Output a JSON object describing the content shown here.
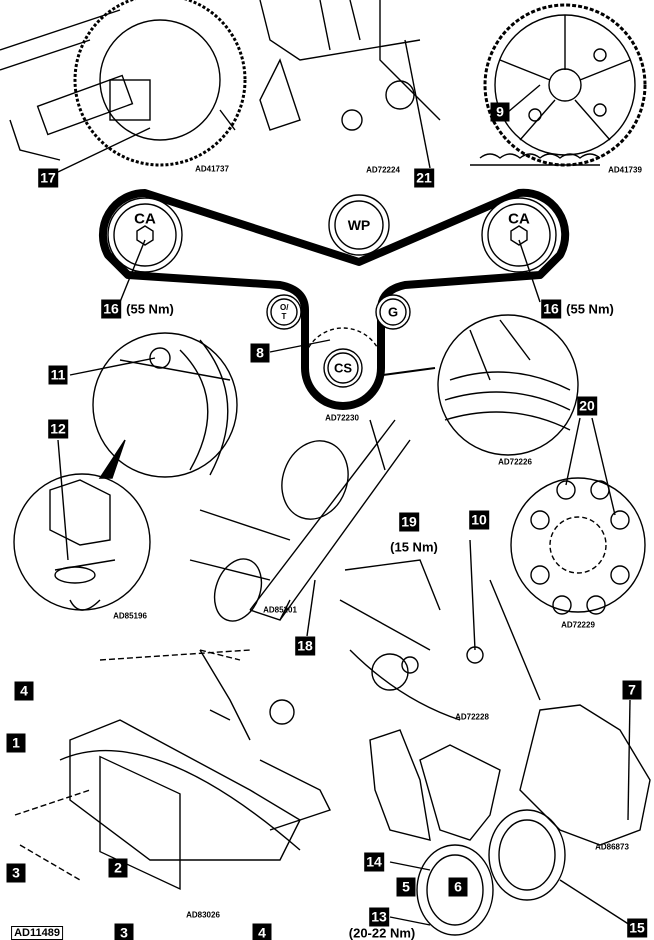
{
  "belt_diagram": {
    "pulleys": {
      "cam_left": "CA",
      "cam_right": "CA",
      "water_pump": "WP",
      "idler": "O/T",
      "guide": "G",
      "crankshaft": "CS"
    }
  },
  "callouts": {
    "c1": "1",
    "c2": "2",
    "c3a": "3",
    "c3b": "3",
    "c4a": "4",
    "c4b": "4",
    "c5": "5",
    "c6": "6",
    "c7": "7",
    "c8": "8",
    "c9": "9",
    "c10": "10",
    "c11": "11",
    "c12": "12",
    "c13": "13",
    "c14": "14",
    "c15": "15",
    "c16a": "16",
    "c16b": "16",
    "c17": "17",
    "c18": "18",
    "c19": "19",
    "c20": "20",
    "c21": "21"
  },
  "torques": {
    "t16a": "(55 Nm)",
    "t16b": "(55 Nm)",
    "t19": "(15 Nm)",
    "t13": "(20-22 Nm)"
  },
  "figure_refs": {
    "r1": "AD41737",
    "r2": "AD72224",
    "r3": "AD41739",
    "r4": "AD72230",
    "r5": "AD72226",
    "r6": "AD85196",
    "r7": "AD85201",
    "r8": "AD72229",
    "r9": "AD72228",
    "r10": "AD86873",
    "r11": "AD83026",
    "r12": "AD11489"
  }
}
